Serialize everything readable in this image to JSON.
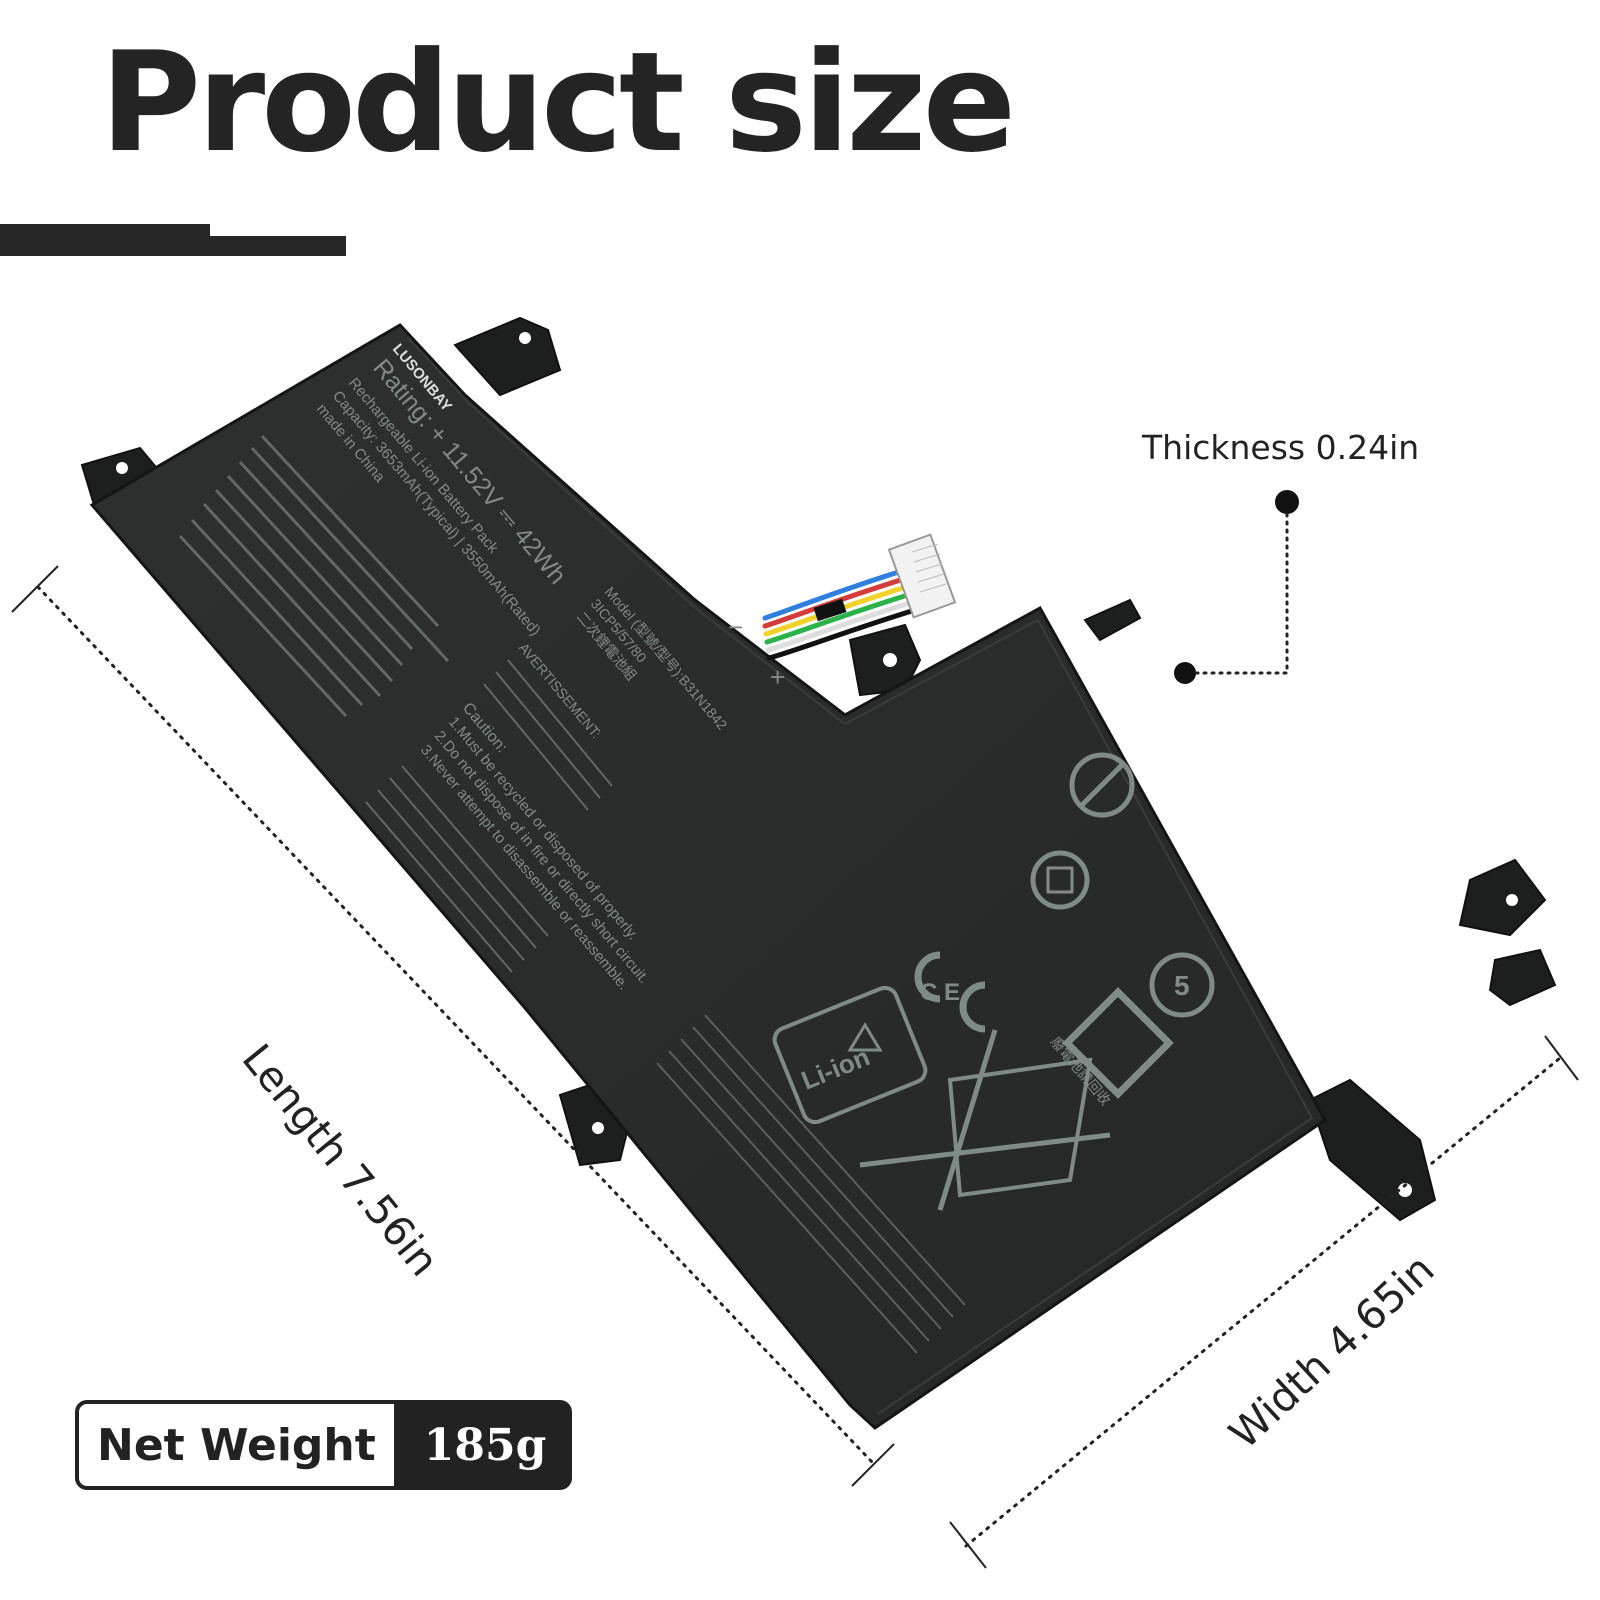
{
  "title": "Product size",
  "thickness_label": "Thickness 0.24in",
  "length_label": "Length 7.56in",
  "width_label": "Width 4.65in",
  "net_weight": {
    "label": "Net Weight",
    "value": "185g"
  },
  "battery_label": {
    "brand": "LUSONBAY",
    "rating": "Rating: + 11.52V ⎓ 42Wh",
    "type": "Rechargeable Li-ion Battery Pack",
    "capacity": "Capacity: 3653mAh(Typical) | 3550mAh(Rated)",
    "origin": "made in China",
    "model": "Model (型號/型号):B31N1842",
    "cells": "3ICP5/57/80",
    "cn_name": "二次鋰電池組",
    "avert": "AVERTISSEMENT:",
    "caution": "Caution:",
    "caution_1": "1.Must be recycled or disposed of properly.",
    "caution_2": "2.Do not dispose of in fire or directly short circuit.",
    "caution_3": "3.Never attempt to disassemble or reassemble.",
    "li_ion": "Li-ion",
    "recycle_cn": "廢電池請回收",
    "minus": "−",
    "plus": "+"
  },
  "colors": {
    "accent": "#242424",
    "battery": "#2b2d2d",
    "print": "#7f8b86",
    "background": "#ffffff"
  }
}
